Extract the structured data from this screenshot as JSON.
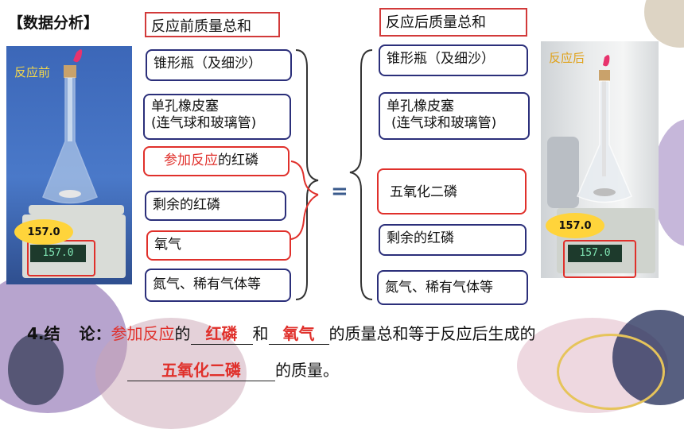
{
  "section_title": "【数据分析】",
  "left_header": "反应前质量总和",
  "right_header": "反应后质量总和",
  "photo_left_label": "反应前",
  "photo_right_label": "反应后",
  "scale_left_reading": "157.0",
  "scale_right_reading": "157.0",
  "left_items": [
    {
      "line1": "锥形瓶（及细沙）"
    },
    {
      "line1": "单孔橡皮塞",
      "line2": "(连气球和玻璃管)"
    },
    {
      "red_part": "参加反应",
      "rest": "的红磷"
    },
    {
      "line1": "剩余的红磷"
    },
    {
      "line1": "氧气"
    },
    {
      "line1": "氮气、稀有气体等"
    }
  ],
  "equals_sign": "=",
  "right_items": [
    {
      "line1": "锥形瓶（及细沙）"
    },
    {
      "line1": "单孔橡皮塞",
      "line2": "(连气球和玻璃管)"
    },
    {
      "line1": "五氧化二磷"
    },
    {
      "line1": "剩余的红磷"
    },
    {
      "line1": "氮气、稀有气体等"
    }
  ],
  "conclusion": {
    "number": "4.结",
    "word2": "论：",
    "red_prefix": "参加反应",
    "t1": "的",
    "blank1": "红磷",
    "t2": "和",
    "blank2": "氧气",
    "t3": "的质量总和等于反应后生成的",
    "blank3": "五氧化二磷",
    "t4": "的质量。"
  },
  "colors": {
    "box_border": "#2b2f7a",
    "red_accent": "#e0302b",
    "badge": "#ffd43b",
    "photo_bg": "#3c67b8"
  }
}
